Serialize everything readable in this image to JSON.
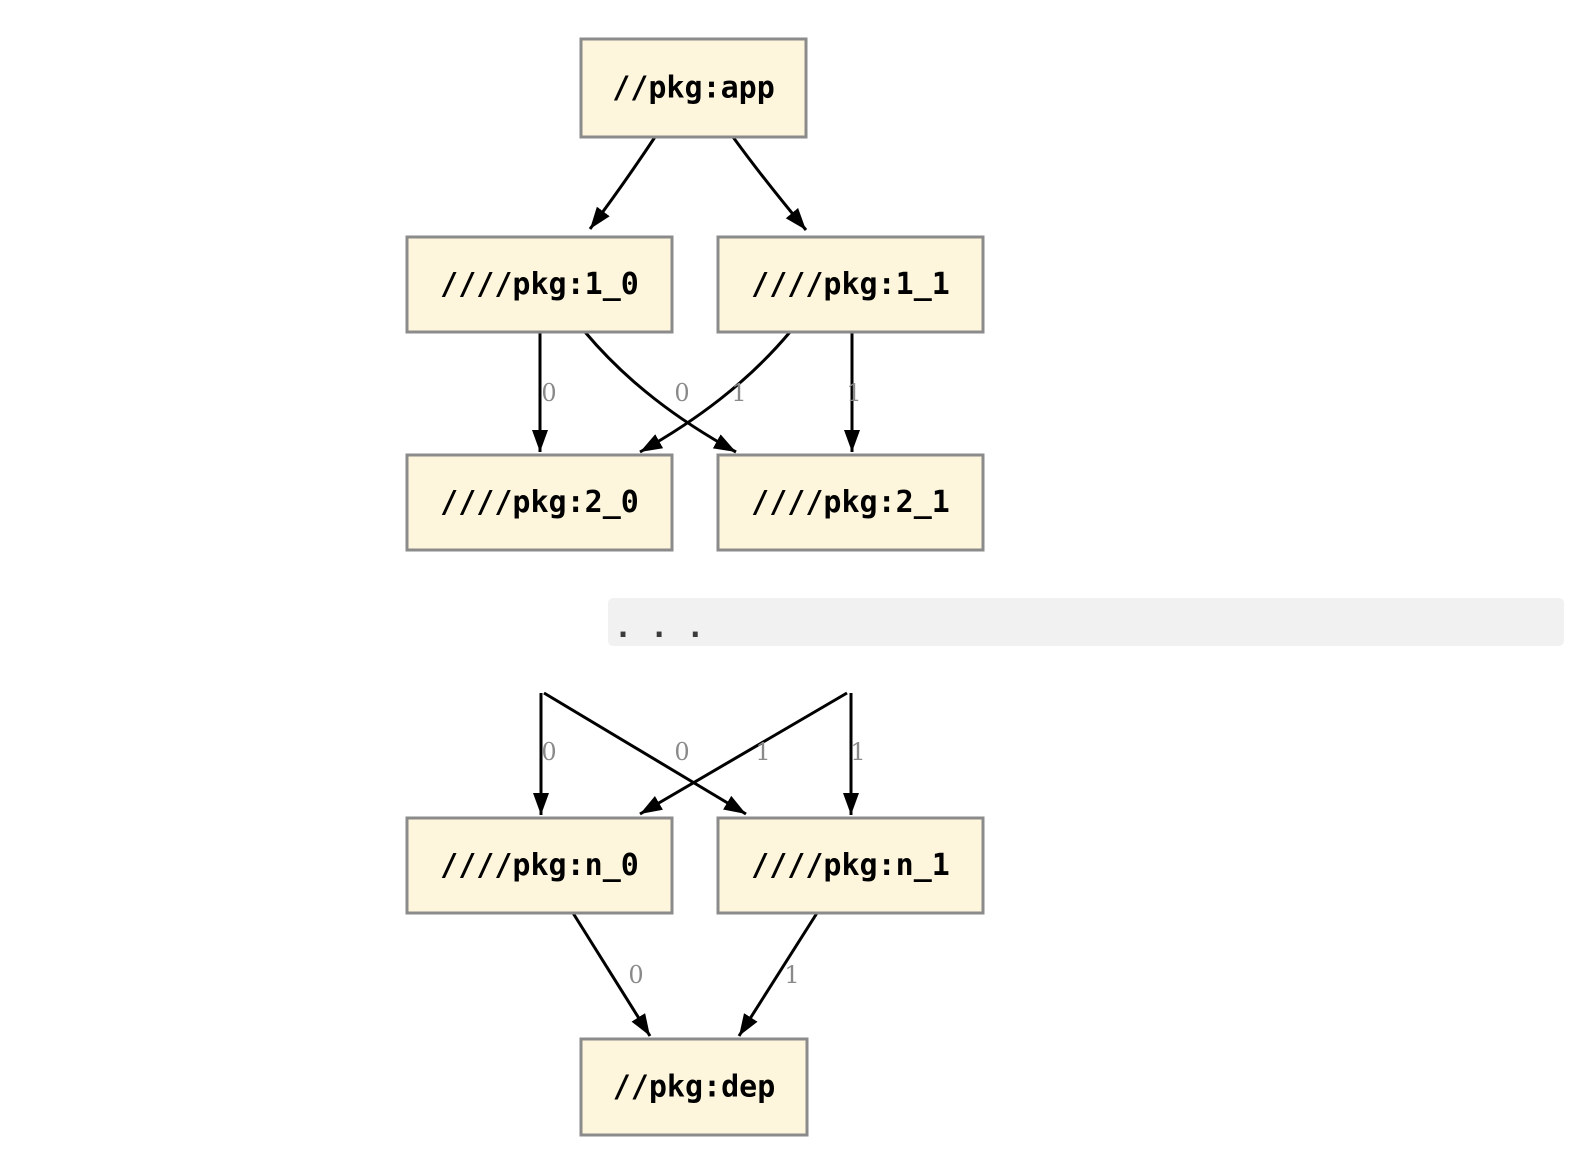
{
  "diagram": {
    "type": "dependency-graph",
    "nodes": {
      "app": {
        "label": "//pkg:app"
      },
      "p1_0": {
        "label": "////pkg:1_0"
      },
      "p1_1": {
        "label": "////pkg:1_1"
      },
      "p2_0": {
        "label": "////pkg:2_0"
      },
      "p2_1": {
        "label": "////pkg:2_1"
      },
      "pn_0": {
        "label": "////pkg:n_0"
      },
      "pn_1": {
        "label": "////pkg:n_1"
      },
      "dep": {
        "label": "//pkg:dep"
      }
    },
    "edge_labels": {
      "u_left_0": "0",
      "u_cross_0": "0",
      "u_cross_1": "1",
      "u_right_1": "1",
      "m_left_0": "0",
      "m_cross_0": "0",
      "m_cross_1": "1",
      "m_right_1": "1",
      "b_left_0": "0",
      "b_right_1": "1"
    },
    "ellipsis": ". . ."
  },
  "colors": {
    "node_fill": "#fdf6dc",
    "node_border": "#8b8b8b",
    "edge_stroke": "#000000",
    "edge_label": "#8a8a8a",
    "band_bg": "#f1f1f1",
    "ellipsis_dots": "#3b3b3b"
  }
}
